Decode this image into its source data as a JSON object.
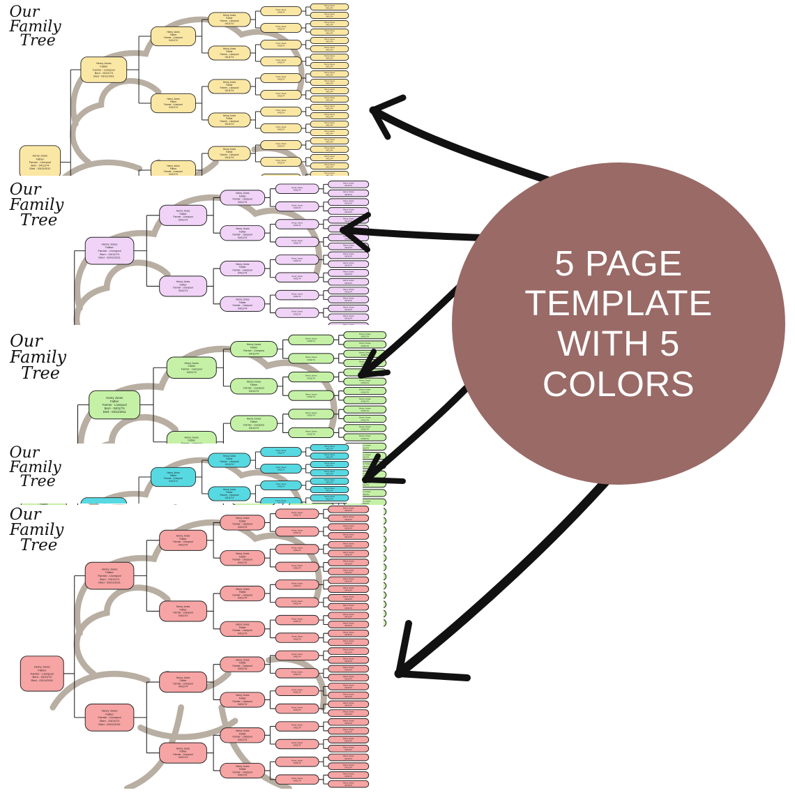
{
  "banner": {
    "lines": [
      "5 PAGE",
      "TEMPLATE",
      "WITH 5",
      "COLORS"
    ],
    "background_color": "#996a66",
    "text_color": "#ffffff"
  },
  "template_title": {
    "lines": [
      "Our",
      "Family",
      "Tree"
    ]
  },
  "card_text": {
    "name": "Henry Jones",
    "relation": "Father",
    "occupation": "Farmer - Liverpool",
    "date": "04/11/74",
    "born": "Born - 04/11/74",
    "died": "Died - 03/11/2011"
  },
  "pages": [
    {
      "color_name": "yellow",
      "fill": "#fbe7a4",
      "stroke": "#7a6a3a"
    },
    {
      "color_name": "purple",
      "fill": "#f0d3f7",
      "stroke": "#6e5a78"
    },
    {
      "color_name": "green",
      "fill": "#c5f1a6",
      "stroke": "#4f7a3a"
    },
    {
      "color_name": "blue",
      "fill": "#57d9e2",
      "stroke": "#2f6f74"
    },
    {
      "color_name": "pink",
      "fill": "#f6a4a4",
      "stroke": "#7a3f3f"
    }
  ]
}
